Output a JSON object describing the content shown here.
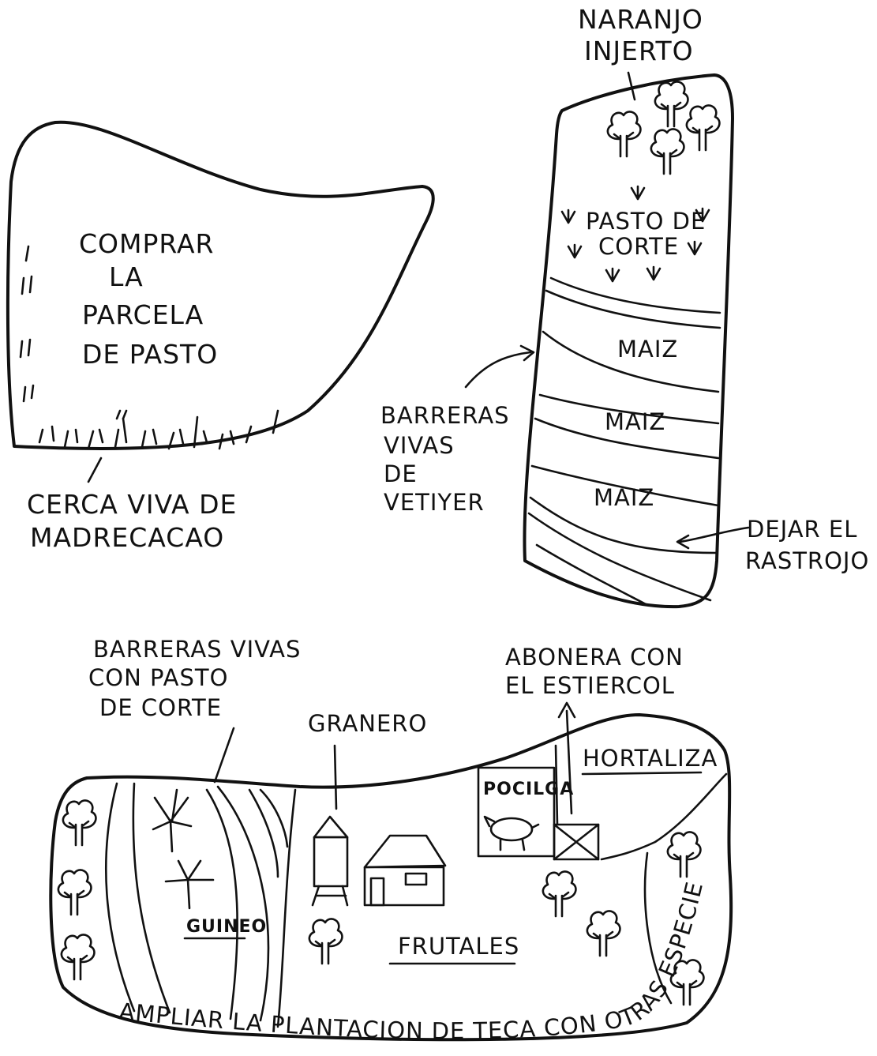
{
  "labels": {
    "naranjo_line1": "NARANJO",
    "naranjo_line2": "INJERTO",
    "pasto_corte_line1": "PASTO DE",
    "pasto_corte_line2": "CORTE",
    "maiz_1": "MAIZ",
    "maiz_2": "MAIZ",
    "maiz_3": "MAIZ",
    "comprar_line1": "COMPRAR",
    "comprar_line2": "LA",
    "comprar_line3": "PARCELA",
    "comprar_line4": "DE PASTO",
    "cerca_line1": "CERCA VIVA DE",
    "cerca_line2": "MADRECACAO",
    "barreras_vetiver_line1": "BARRERAS",
    "barreras_vetiver_line2": "VIVAS",
    "barreras_vetiver_line3": "DE",
    "barreras_vetiver_line4": "VETIYER",
    "dejar_line1": "DEJAR EL",
    "dejar_line2": "RASTROJO",
    "barreras_pasto_line1": "BARRERAS VIVAS",
    "barreras_pasto_line2": "CON PASTO",
    "barreras_pasto_line3": "DE CORTE",
    "abonera_line1": "ABONERA CON",
    "abonera_line2": "EL ESTIERCOL",
    "granero": "GRANERO",
    "hortaliza": "HORTALIZA",
    "pocilga": "POCILGA",
    "guineo": "GUINEO",
    "frutales": "FRUTALES",
    "ampliar": "AMPLIAR LA PLANTACION DE TECA CON OTRAS ESPECIES"
  }
}
